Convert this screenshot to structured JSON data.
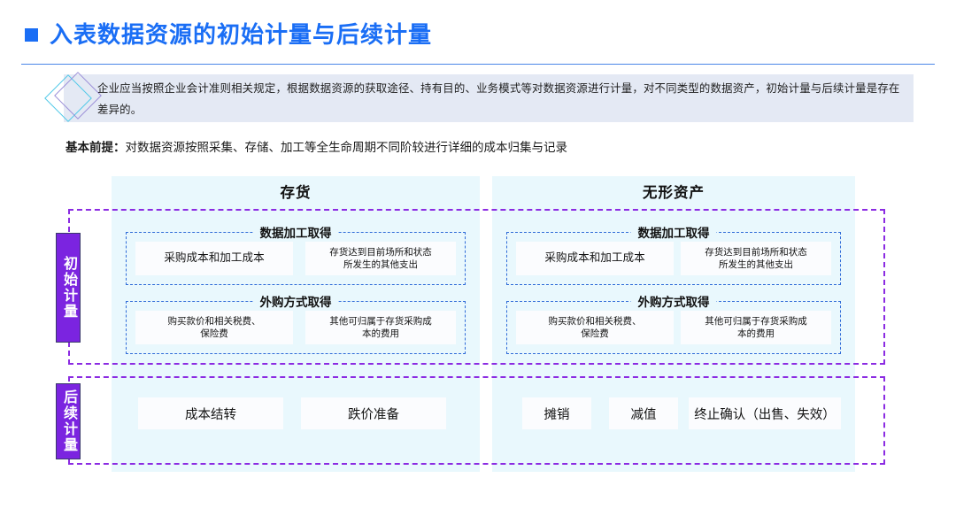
{
  "slide": {
    "title": "入表数据资源的初始计量与后续计量",
    "title_bullet": "square-bullet",
    "accent_blue": "#1a6ef5",
    "accent_purple": "#8b2be2",
    "panel_bg": "#e9f8fd",
    "note_bg": "#e4e9f4",
    "note": "企业应当按照企业会计准则相关规定，根据数据资源的获取途径、持有目的、业务模式等对数据资源进行计量，对不同类型的数据资产，初始计量与后续计量是存在差异的。",
    "premise_label": "基本前提：",
    "premise_text": "对数据资源按照采集、存储、加工等全生命周期不同阶较进行详细的成本归集与记录"
  },
  "diagram": {
    "columns": [
      {
        "id": "inventory",
        "header": "存货"
      },
      {
        "id": "intangible",
        "header": "无形资产"
      }
    ],
    "stages": [
      {
        "id": "initial",
        "label": "初始计量"
      },
      {
        "id": "subsequent",
        "label": "后续计量"
      }
    ],
    "initial": {
      "inventory": {
        "groups": [
          {
            "title": "数据加工取得",
            "cells": [
              "采购成本和加工成本",
              "存货达到目前场所和状态\n所发生的其他支出"
            ]
          },
          {
            "title": "外购方式取得",
            "cells": [
              "购买款价和相关税费、\n保险费",
              "其他可归属于存货采购成\n本的费用"
            ]
          }
        ]
      },
      "intangible": {
        "groups": [
          {
            "title": "数据加工取得",
            "cells": [
              "采购成本和加工成本",
              "存货达到目前场所和状态\n所发生的其他支出"
            ]
          },
          {
            "title": "外购方式取得",
            "cells": [
              "购买款价和相关税费、\n保险费",
              "其他可归属于存货采购成\n本的费用"
            ]
          }
        ]
      }
    },
    "subsequent": {
      "inventory": [
        "成本结转",
        "跌价准备"
      ],
      "intangible": [
        "摊销",
        "减值",
        "终止确认（出售、失效）"
      ]
    }
  }
}
